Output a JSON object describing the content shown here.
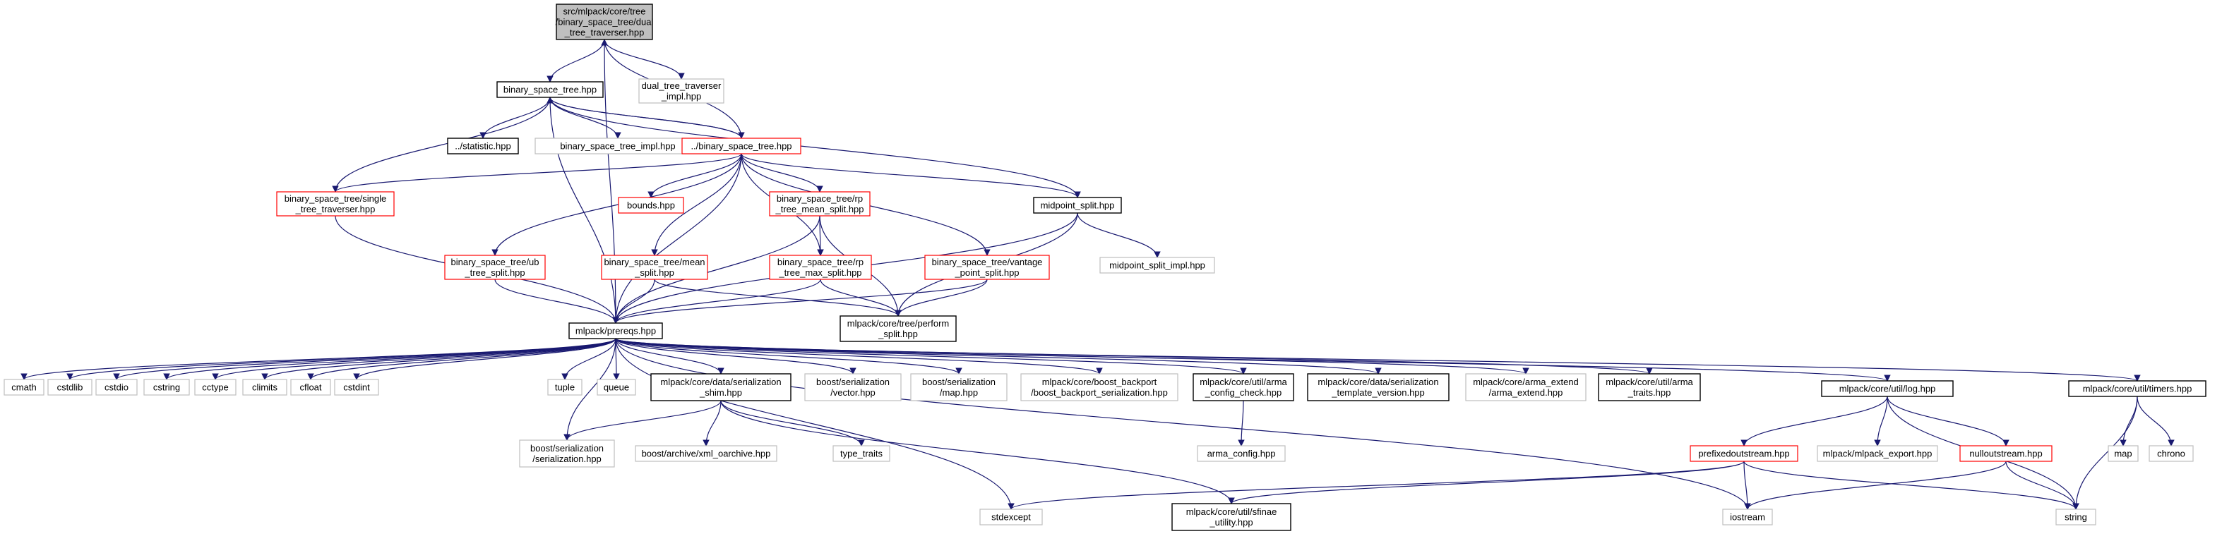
{
  "colors": {
    "edge": "#191970",
    "root_fill": "#bfbfbf",
    "documented_border": "#000000",
    "external_border": "#bfbfbf",
    "incomplete_border": "#ff0000",
    "text": "#000000",
    "background": "#ffffff"
  },
  "nodes": [
    {
      "id": "root",
      "kind": "root",
      "lines": [
        "src/mlpack/core/tree",
        "/binary_space_tree/dual",
        "_tree_traverser.hpp"
      ]
    },
    {
      "id": "bst",
      "kind": "documented",
      "lines": [
        "binary_space_tree.hpp"
      ]
    },
    {
      "id": "dtti",
      "kind": "external",
      "lines": [
        "dual_tree_traverser",
        "_impl.hpp"
      ]
    },
    {
      "id": "stat",
      "kind": "documented",
      "lines": [
        "../statistic.hpp"
      ]
    },
    {
      "id": "bsti",
      "kind": "external",
      "lines": [
        "binary_space_tree_impl.hpp"
      ]
    },
    {
      "id": "dbst",
      "kind": "incomplete",
      "lines": [
        "../binary_space_tree.hpp"
      ]
    },
    {
      "id": "stt",
      "kind": "incomplete",
      "lines": [
        "binary_space_tree/single",
        "_tree_traverser.hpp"
      ]
    },
    {
      "id": "bounds",
      "kind": "incomplete",
      "lines": [
        "bounds.hpp"
      ]
    },
    {
      "id": "rpmean",
      "kind": "incomplete",
      "lines": [
        "binary_space_tree/rp",
        "_tree_mean_split.hpp"
      ]
    },
    {
      "id": "midpoint",
      "kind": "documented",
      "lines": [
        "midpoint_split.hpp"
      ]
    },
    {
      "id": "ub",
      "kind": "incomplete",
      "lines": [
        "binary_space_tree/ub",
        "_tree_split.hpp"
      ]
    },
    {
      "id": "mean",
      "kind": "incomplete",
      "lines": [
        "binary_space_tree/mean",
        "_split.hpp"
      ]
    },
    {
      "id": "rpmax",
      "kind": "incomplete",
      "lines": [
        "binary_space_tree/rp",
        "_tree_max_split.hpp"
      ]
    },
    {
      "id": "vantage",
      "kind": "incomplete",
      "lines": [
        "binary_space_tree/vantage",
        "_point_split.hpp"
      ]
    },
    {
      "id": "midimpl",
      "kind": "external",
      "lines": [
        "midpoint_split_impl.hpp"
      ]
    },
    {
      "id": "prereqs",
      "kind": "documented",
      "lines": [
        "mlpack/prereqs.hpp"
      ]
    },
    {
      "id": "perform",
      "kind": "documented",
      "lines": [
        "mlpack/core/tree/perform",
        "_split.hpp"
      ]
    },
    {
      "id": "cmath",
      "kind": "external",
      "lines": [
        "cmath"
      ]
    },
    {
      "id": "cstdlib",
      "kind": "external",
      "lines": [
        "cstdlib"
      ]
    },
    {
      "id": "cstdio",
      "kind": "external",
      "lines": [
        "cstdio"
      ]
    },
    {
      "id": "cstring",
      "kind": "external",
      "lines": [
        "cstring"
      ]
    },
    {
      "id": "cctype",
      "kind": "external",
      "lines": [
        "cctype"
      ]
    },
    {
      "id": "climits",
      "kind": "external",
      "lines": [
        "climits"
      ]
    },
    {
      "id": "cfloat",
      "kind": "external",
      "lines": [
        "cfloat"
      ]
    },
    {
      "id": "cstdint",
      "kind": "external",
      "lines": [
        "cstdint"
      ]
    },
    {
      "id": "tuple",
      "kind": "external",
      "lines": [
        "tuple"
      ]
    },
    {
      "id": "queue",
      "kind": "external",
      "lines": [
        "queue"
      ]
    },
    {
      "id": "shim",
      "kind": "documented",
      "lines": [
        "mlpack/core/data/serialization",
        "_shim.hpp"
      ]
    },
    {
      "id": "vector",
      "kind": "external",
      "lines": [
        "boost/serialization",
        "/vector.hpp"
      ]
    },
    {
      "id": "map_s",
      "kind": "external",
      "lines": [
        "boost/serialization",
        "/map.hpp"
      ]
    },
    {
      "id": "backport",
      "kind": "external",
      "lines": [
        "mlpack/core/boost_backport",
        "/boost_backport_serialization.hpp"
      ]
    },
    {
      "id": "armacfg",
      "kind": "documented",
      "lines": [
        "mlpack/core/util/arma",
        "_config_check.hpp"
      ]
    },
    {
      "id": "tmplver",
      "kind": "documented",
      "lines": [
        "mlpack/core/data/serialization",
        "_template_version.hpp"
      ]
    },
    {
      "id": "armaext",
      "kind": "external",
      "lines": [
        "mlpack/core/arma_extend",
        "/arma_extend.hpp"
      ]
    },
    {
      "id": "armatraits",
      "kind": "documented",
      "lines": [
        "mlpack/core/util/arma",
        "_traits.hpp"
      ]
    },
    {
      "id": "log",
      "kind": "documented",
      "lines": [
        "mlpack/core/util/log.hpp"
      ]
    },
    {
      "id": "timers",
      "kind": "documented",
      "lines": [
        "mlpack/core/util/timers.hpp"
      ]
    },
    {
      "id": "bserial",
      "kind": "external",
      "lines": [
        "boost/serialization",
        "/serialization.hpp"
      ]
    },
    {
      "id": "xml",
      "kind": "external",
      "lines": [
        "boost/archive/xml_oarchive.hpp"
      ]
    },
    {
      "id": "typetraits",
      "kind": "external",
      "lines": [
        "type_traits"
      ]
    },
    {
      "id": "armaconfig",
      "kind": "external",
      "lines": [
        "arma_config.hpp"
      ]
    },
    {
      "id": "prefixed",
      "kind": "incomplete",
      "lines": [
        "prefixedoutstream.hpp"
      ]
    },
    {
      "id": "export",
      "kind": "external",
      "lines": [
        "mlpack/mlpack_export.hpp"
      ]
    },
    {
      "id": "nullout",
      "kind": "incomplete",
      "lines": [
        "nulloutstream.hpp"
      ]
    },
    {
      "id": "map",
      "kind": "external",
      "lines": [
        "map"
      ]
    },
    {
      "id": "chrono",
      "kind": "external",
      "lines": [
        "chrono"
      ]
    },
    {
      "id": "stdexcept",
      "kind": "external",
      "lines": [
        "stdexcept"
      ]
    },
    {
      "id": "sfinae",
      "kind": "documented",
      "lines": [
        "mlpack/core/util/sfinae",
        "_utility.hpp"
      ]
    },
    {
      "id": "iostream",
      "kind": "external",
      "lines": [
        "iostream"
      ]
    },
    {
      "id": "string",
      "kind": "external",
      "lines": [
        "string"
      ]
    }
  ],
  "edges": [
    [
      "root",
      "bst"
    ],
    [
      "root",
      "dtti"
    ],
    [
      "root",
      "prereqs"
    ],
    [
      "bst",
      "stat"
    ],
    [
      "bst",
      "bsti"
    ],
    [
      "bst",
      "dbst"
    ],
    [
      "bst",
      "midpoint"
    ],
    [
      "bst",
      "prereqs"
    ],
    [
      "dbst",
      "root"
    ],
    [
      "dbst",
      "bst"
    ],
    [
      "dbst",
      "stt"
    ],
    [
      "dbst",
      "bounds"
    ],
    [
      "dbst",
      "rpmean"
    ],
    [
      "dbst",
      "midpoint"
    ],
    [
      "dbst",
      "ub"
    ],
    [
      "dbst",
      "mean"
    ],
    [
      "dbst",
      "rpmax"
    ],
    [
      "dbst",
      "vantage"
    ],
    [
      "dbst",
      "prereqs"
    ],
    [
      "stt",
      "bst"
    ],
    [
      "stt",
      "prereqs"
    ],
    [
      "rpmean",
      "rpmax"
    ],
    [
      "rpmean",
      "prereqs"
    ],
    [
      "rpmean",
      "perform"
    ],
    [
      "midpoint",
      "midimpl"
    ],
    [
      "midpoint",
      "prereqs"
    ],
    [
      "midpoint",
      "perform"
    ],
    [
      "ub",
      "prereqs"
    ],
    [
      "mean",
      "prereqs"
    ],
    [
      "mean",
      "perform"
    ],
    [
      "rpmax",
      "prereqs"
    ],
    [
      "rpmax",
      "perform"
    ],
    [
      "vantage",
      "prereqs"
    ],
    [
      "vantage",
      "perform"
    ],
    [
      "prereqs",
      "cmath"
    ],
    [
      "prereqs",
      "cstdlib"
    ],
    [
      "prereqs",
      "cstdio"
    ],
    [
      "prereqs",
      "cstring"
    ],
    [
      "prereqs",
      "cctype"
    ],
    [
      "prereqs",
      "climits"
    ],
    [
      "prereqs",
      "cfloat"
    ],
    [
      "prereqs",
      "cstdint"
    ],
    [
      "prereqs",
      "tuple"
    ],
    [
      "prereqs",
      "queue"
    ],
    [
      "prereqs",
      "shim"
    ],
    [
      "prereqs",
      "vector"
    ],
    [
      "prereqs",
      "map_s"
    ],
    [
      "prereqs",
      "backport"
    ],
    [
      "prereqs",
      "armacfg"
    ],
    [
      "prereqs",
      "tmplver"
    ],
    [
      "prereqs",
      "armaext"
    ],
    [
      "prereqs",
      "armatraits"
    ],
    [
      "prereqs",
      "log"
    ],
    [
      "prereqs",
      "timers"
    ],
    [
      "prereqs",
      "bserial"
    ],
    [
      "prereqs",
      "stdexcept"
    ],
    [
      "prereqs",
      "iostream"
    ],
    [
      "shim",
      "bserial"
    ],
    [
      "shim",
      "xml"
    ],
    [
      "shim",
      "typetraits"
    ],
    [
      "shim",
      "sfinae"
    ],
    [
      "armacfg",
      "armaconfig"
    ],
    [
      "log",
      "prefixed"
    ],
    [
      "log",
      "export"
    ],
    [
      "log",
      "nullout"
    ],
    [
      "log",
      "string"
    ],
    [
      "prefixed",
      "stdexcept"
    ],
    [
      "prefixed",
      "sfinae"
    ],
    [
      "prefixed",
      "iostream"
    ],
    [
      "prefixed",
      "string"
    ],
    [
      "nullout",
      "iostream"
    ],
    [
      "nullout",
      "string"
    ],
    [
      "timers",
      "map"
    ],
    [
      "timers",
      "chrono"
    ],
    [
      "timers",
      "string"
    ]
  ]
}
